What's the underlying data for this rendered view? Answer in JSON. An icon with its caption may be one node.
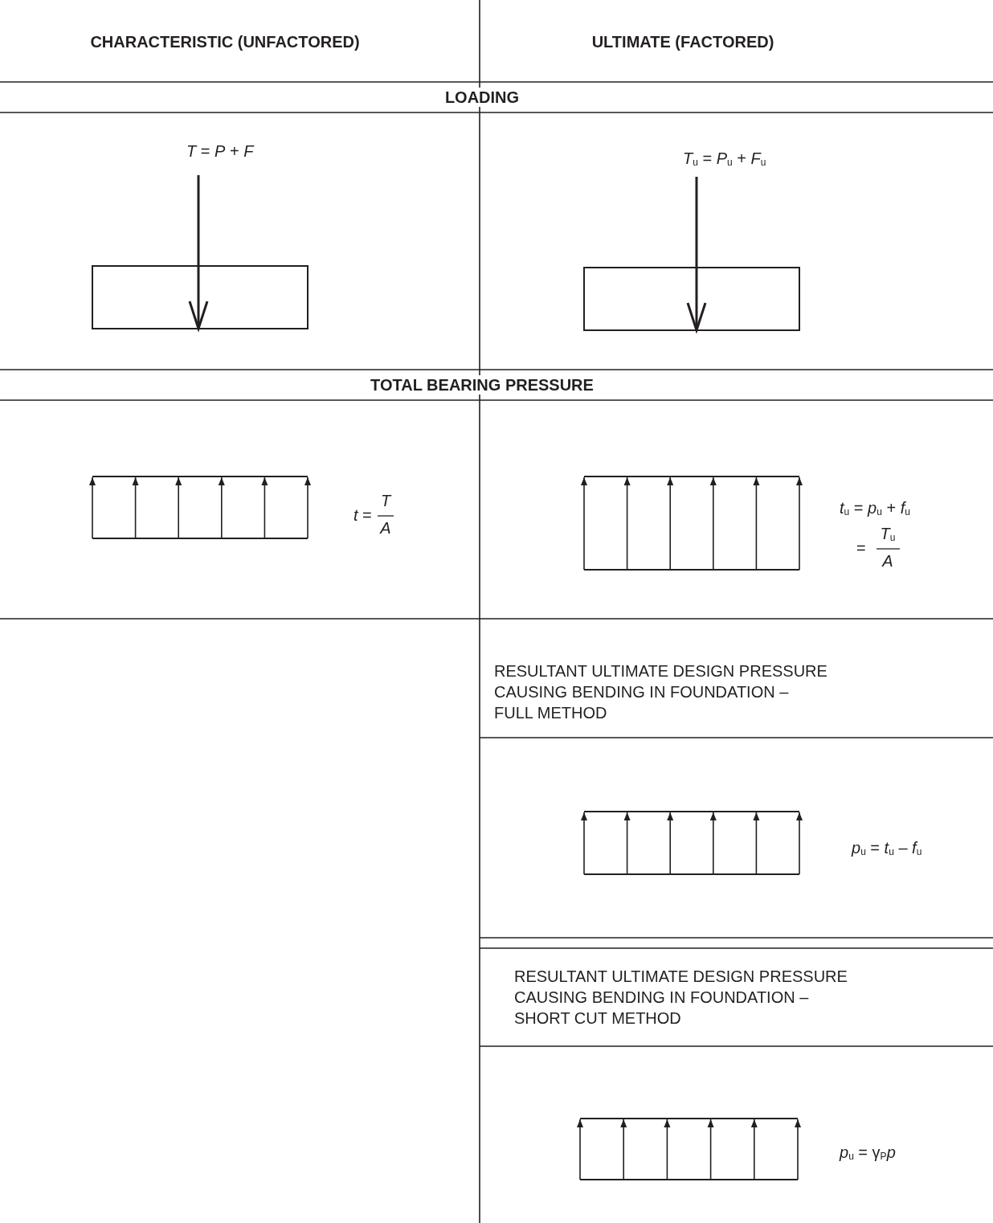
{
  "diagram": {
    "labels": [
      "CHARACTERISTIC (UNFACTORED)",
      "ULTIMATE (FACTORED)",
      "LOADING",
      "*T* = *P* + *F*",
      "*T*$_{u}$ = *P*$_{u}$ + *F*$_{u}$",
      "TOTAL BEARING PRESSURE",
      "*t* =",
      "*T*",
      "*A*",
      "*t*$_{u}$ = *p*$_{u}$ + *f*$_{u}$",
      "=",
      "*T*$_{u}$",
      "*A*",
      "RESULTANT ULTIMATE DESIGN PRESSURE CAUSING BENDING IN FOUNDATION – FULL METHOD",
      "*p*$_{u}$ = *t*$_{u}$ – *f*$_{u}$",
      "RESULTANT ULTIMATE DESIGN PRESSURE CAUSING BENDING IN FOUNDATION – SHORT CUT METHOD",
      "*p*$_{u}$ = γ$_{P}$*p*"
    ]
  }
}
